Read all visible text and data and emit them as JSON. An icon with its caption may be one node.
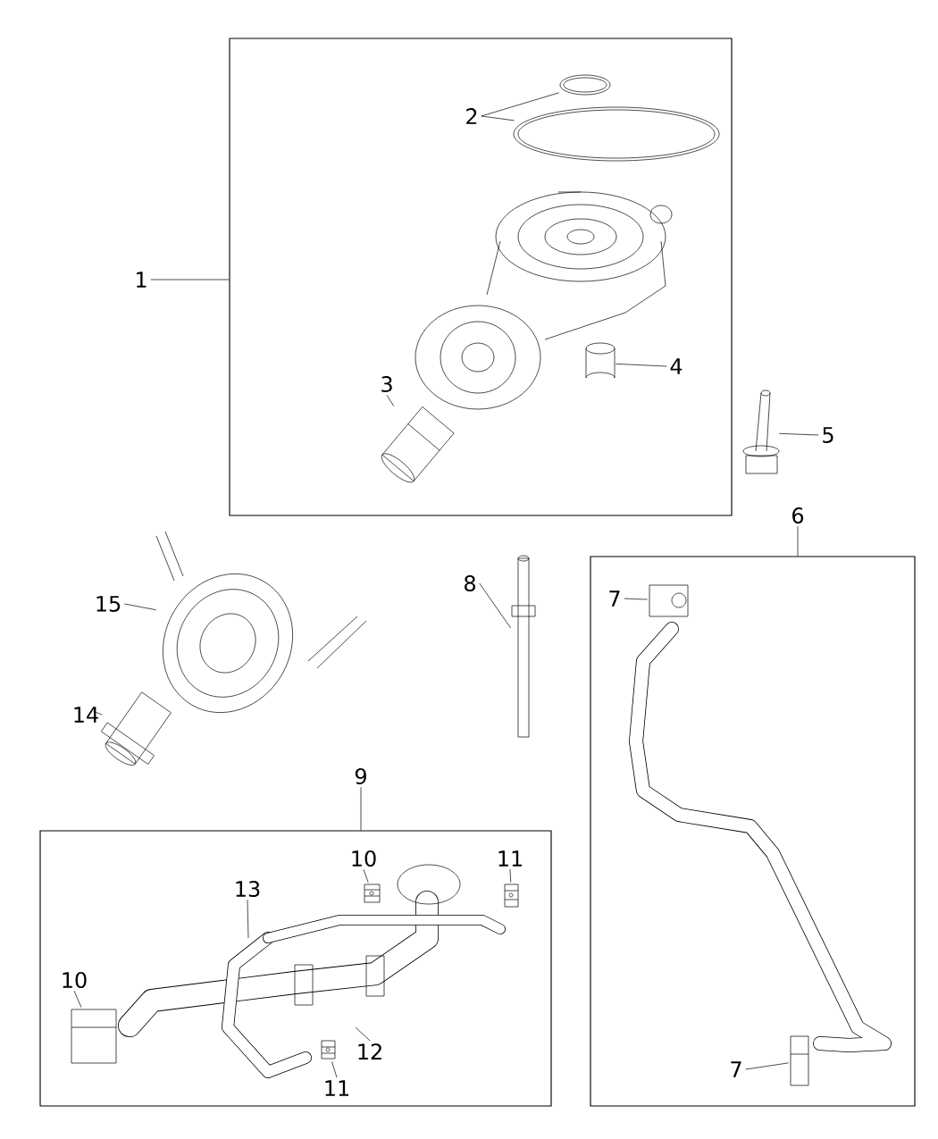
{
  "diagram": {
    "nodes": [
      {
        "text": [],
        "shape": "box"
      },
      {
        "text": [
          "1"
        ]
      },
      {
        "text": [
          "2"
        ],
        "in": 0
      },
      {
        "text": [
          "4"
        ],
        "in": 0
      },
      {
        "text": [
          "3"
        ],
        "in": 0
      },
      {
        "text": [
          "5"
        ]
      },
      {
        "text": [
          "6"
        ]
      },
      {
        "text": [],
        "shape": "box"
      },
      {
        "text": [
          "7"
        ],
        "in": 7
      },
      {
        "text": [
          "8"
        ]
      },
      {
        "text": [
          "15"
        ]
      },
      {
        "text": [
          "14"
        ]
      },
      {
        "text": [
          "9"
        ]
      },
      {
        "text": [],
        "shape": "box"
      },
      {
        "text": [
          "10"
        ],
        "in": 13
      },
      {
        "text": [
          "11"
        ],
        "in": 13
      },
      {
        "text": [
          "13"
        ],
        "in": 13
      },
      {
        "text": [
          "10"
        ],
        "in": 13
      },
      {
        "text": [
          "12"
        ],
        "in": 13
      },
      {
        "text": [
          "11"
        ],
        "in": 13
      },
      {
        "text": [
          "7"
        ],
        "in": 7
      },
      {
        "text": [],
        "shape": "picture",
        "in": 0
      },
      {
        "text": [],
        "shape": "picture",
        "in": 0
      },
      {
        "text": [],
        "shape": "picture",
        "in": 0
      },
      {
        "text": [],
        "shape": "picture",
        "in": 0
      },
      {
        "text": [],
        "shape": "picture"
      },
      {
        "text": [],
        "shape": "picture"
      },
      {
        "text": [],
        "shape": "picture"
      },
      {
        "text": [],
        "shape": "picture"
      },
      {
        "text": [],
        "shape": "picture",
        "in": 7
      },
      {
        "text": [],
        "shape": "picture",
        "in": 7
      },
      {
        "text": [],
        "shape": "picture",
        "in": 13
      },
      {
        "text": [],
        "shape": "picture",
        "in": 13
      },
      {
        "text": [],
        "shape": "picture",
        "in": 13
      },
      {
        "text": [],
        "shape": "picture",
        "in": 13
      }
    ],
    "edges": [
      {
        "from": 1,
        "to": 0,
        "arrow": "none"
      },
      {
        "from": 2,
        "to": 21,
        "arrow": "none"
      },
      {
        "from": 2,
        "to": 22,
        "arrow": "none"
      },
      {
        "from": 3,
        "to": 23,
        "arrow": "none"
      },
      {
        "from": 4,
        "to": 24,
        "arrow": "none"
      },
      {
        "from": 5,
        "to": 25,
        "arrow": "none"
      },
      {
        "from": 6,
        "to": 7,
        "arrow": "none"
      },
      {
        "from": 8,
        "to": 29,
        "arrow": "none"
      },
      {
        "from": 9,
        "to": 26,
        "arrow": "none"
      },
      {
        "from": 10,
        "to": 27,
        "arrow": "none"
      },
      {
        "from": 11,
        "to": 28,
        "arrow": "none"
      },
      {
        "from": 12,
        "to": 13,
        "arrow": "none"
      },
      {
        "from": 14,
        "to": 31,
        "arrow": "none"
      },
      {
        "from": 15,
        "to": 32,
        "arrow": "none"
      },
      {
        "from": 16,
        "to": null,
        "arrow": "none"
      },
      {
        "from": 17,
        "to": 33,
        "arrow": "none"
      },
      {
        "from": 18,
        "to": null,
        "arrow": "none"
      },
      {
        "from": 19,
        "to": 34,
        "arrow": "none"
      },
      {
        "from": 20,
        "to": 30,
        "arrow": "none"
      }
    ]
  }
}
